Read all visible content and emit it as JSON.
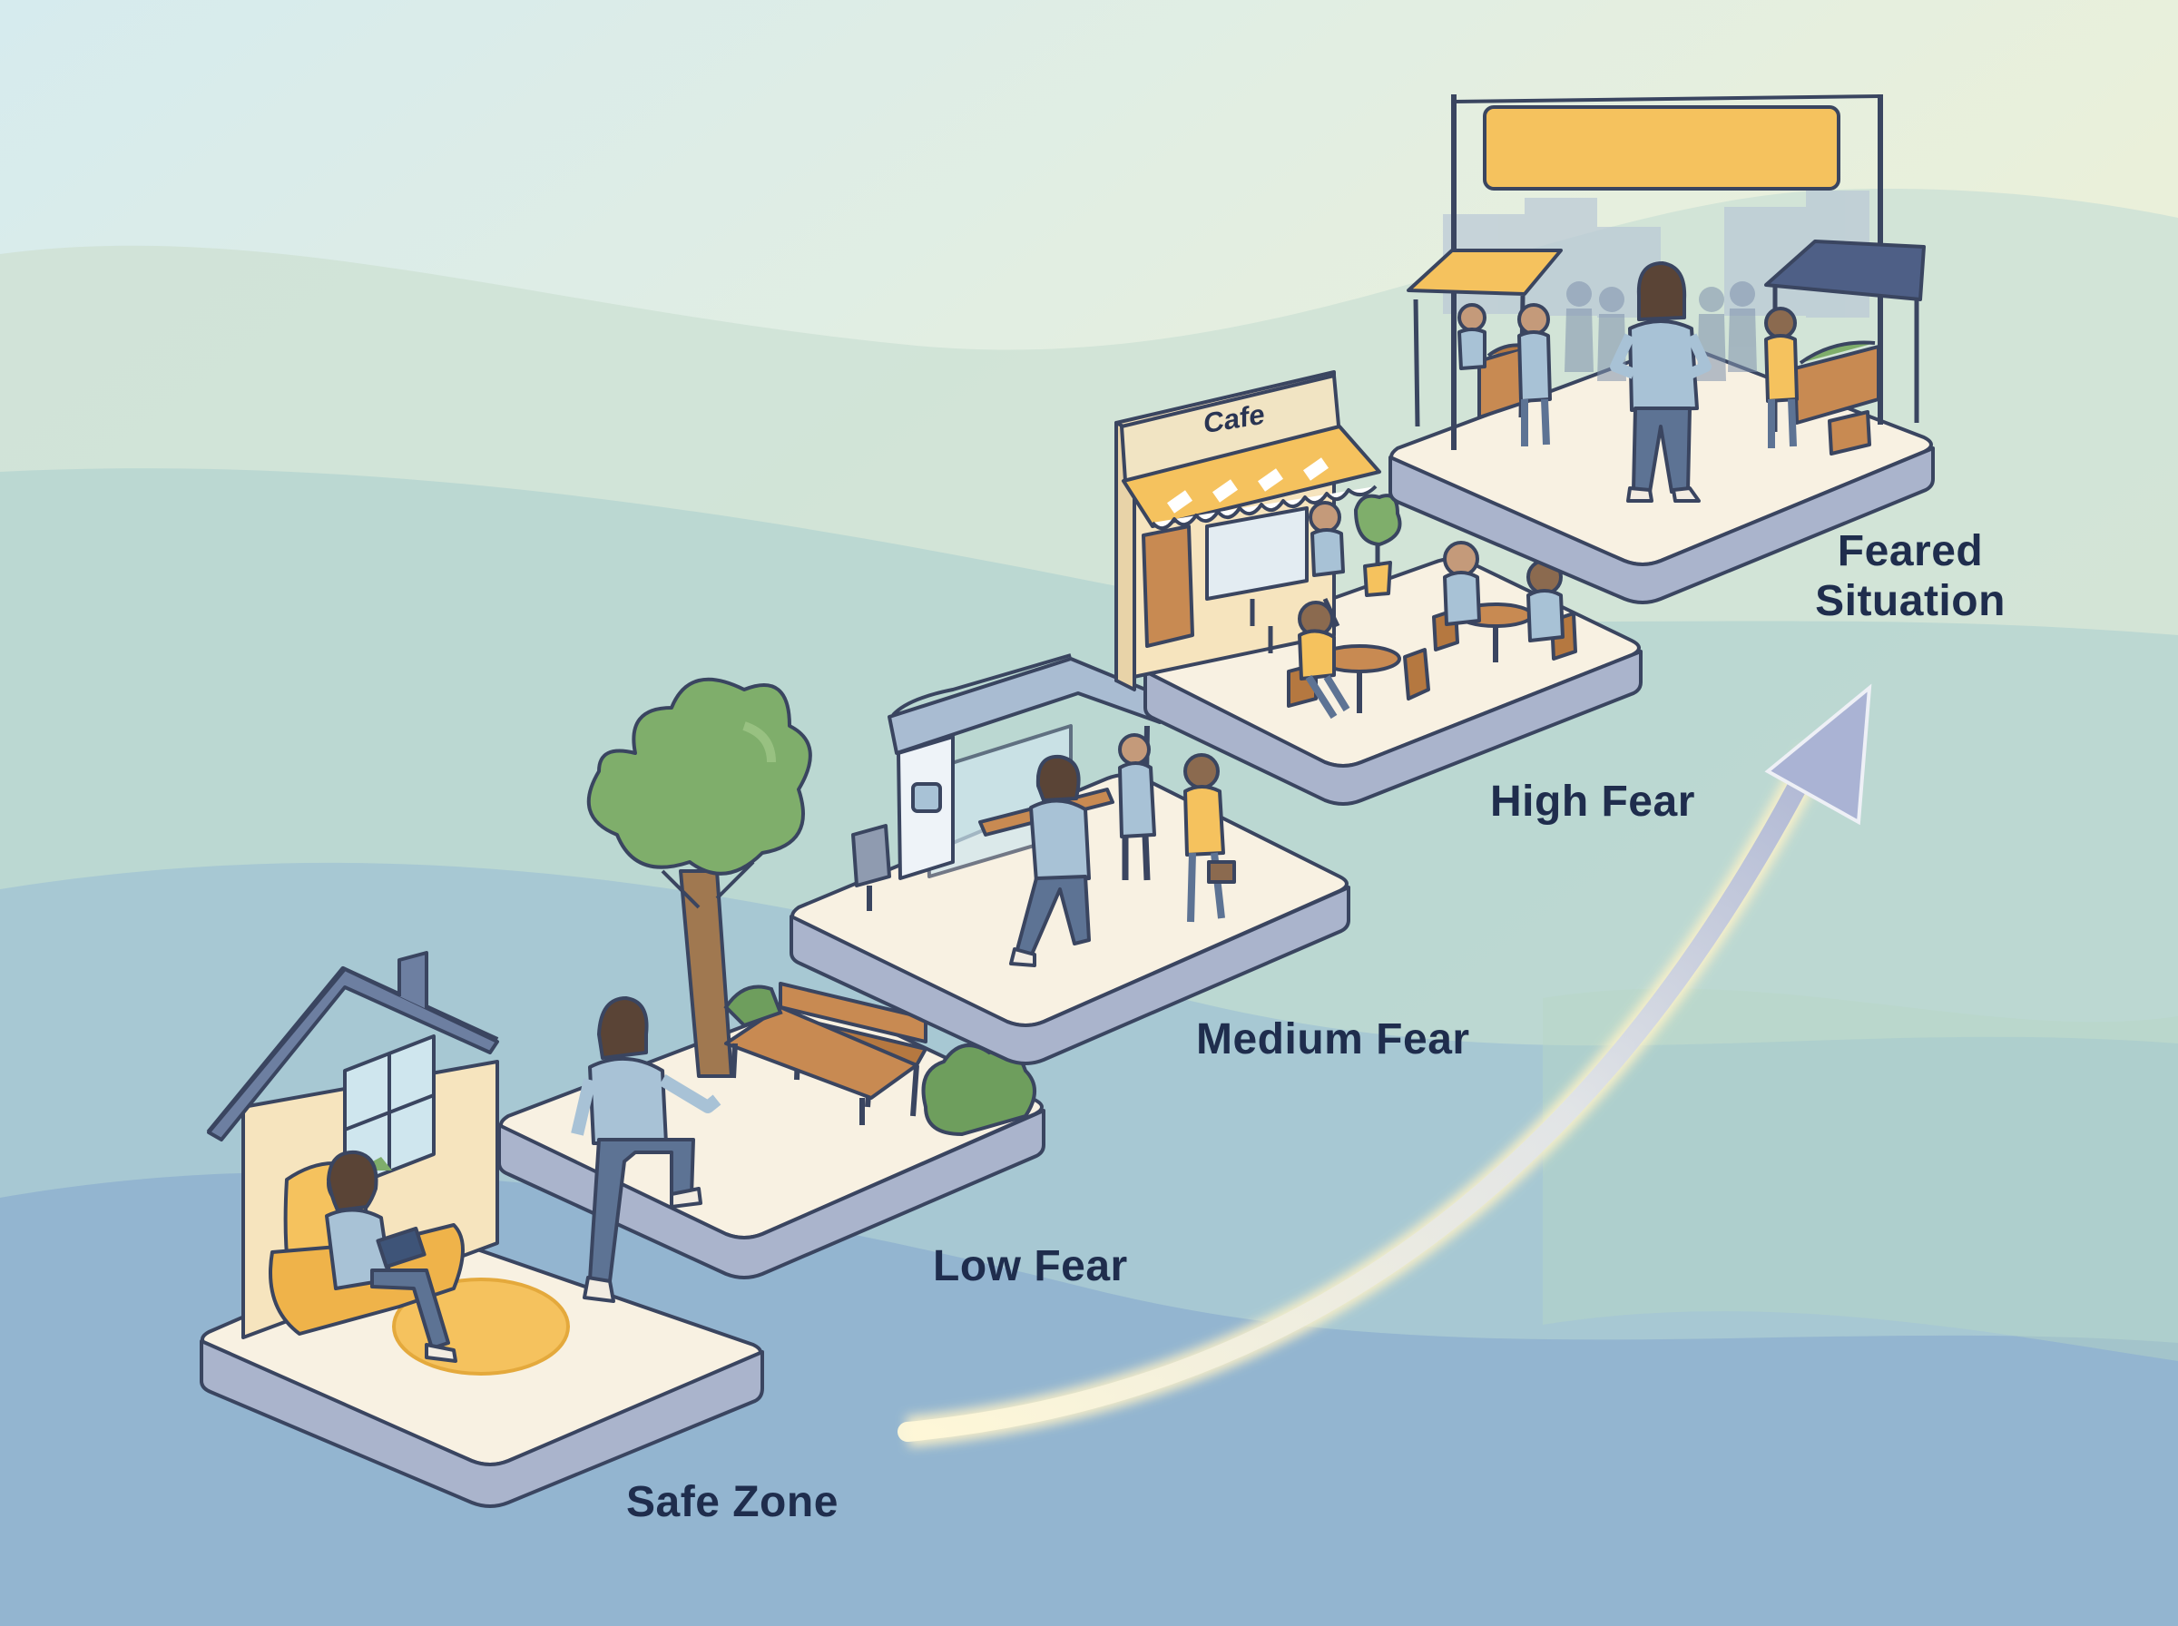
{
  "diagram": {
    "stages": [
      {
        "id": "safe",
        "label": "Safe Zone"
      },
      {
        "id": "low",
        "label": "Low Fear"
      },
      {
        "id": "medium",
        "label": "Medium Fear"
      },
      {
        "id": "high",
        "label": "High Fear"
      },
      {
        "id": "feared",
        "label_line1": "Feared",
        "label_line2": "Situation"
      }
    ],
    "cafe_sign": "Cafe",
    "colors": {
      "label_text": "#1f2d4d",
      "outline": "#3a4560",
      "platform_top": "#f8f1e2",
      "platform_side": "#aab4cc",
      "accent_yellow": "#f5c25e",
      "figure_blue": "#a8c2d6",
      "trouser_navy": "#5d7394",
      "tree_green": "#7fae6b",
      "arrow_glow": "#fff6cf"
    }
  }
}
